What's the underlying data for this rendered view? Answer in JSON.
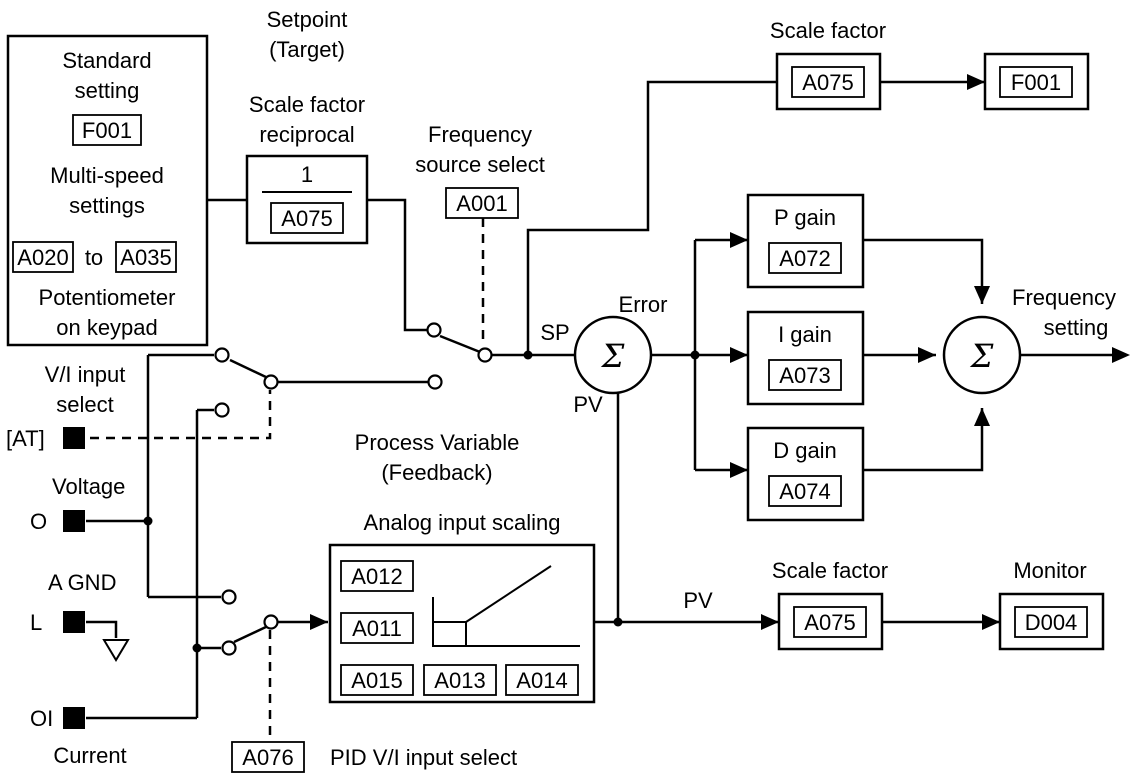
{
  "setpoint": {
    "line1": "Setpoint",
    "line2": "(Target)"
  },
  "source_box": {
    "standard_line1": "Standard",
    "standard_line2": "setting",
    "standard_param": "F001",
    "multi_line1": "Multi-speed",
    "multi_line2": "settings",
    "multi_from": "A020",
    "multi_to_word": "to",
    "multi_to": "A035",
    "pot_line1": "Potentiometer",
    "pot_line2": "on keypad"
  },
  "reciprocal": {
    "line1": "Scale factor",
    "line2": "reciprocal",
    "numerator": "1",
    "param": "A075"
  },
  "freq_source": {
    "line1": "Frequency",
    "line2": "source select",
    "param": "A001"
  },
  "scale_top": {
    "label": "Scale factor",
    "param": "A075",
    "out_param": "F001"
  },
  "sp_label": "SP",
  "error_label": "Error",
  "pv_label_sum": "PV",
  "sigma_symbol": "Σ",
  "p_gain": {
    "label": "P gain",
    "param": "A072"
  },
  "i_gain": {
    "label": "I gain",
    "param": "A073"
  },
  "d_gain": {
    "label": "D gain",
    "param": "A074"
  },
  "freq_setting": {
    "line1": "Frequency",
    "line2": "setting"
  },
  "vi_select": {
    "line1": "V/I input",
    "line2": "select"
  },
  "at_terminal": "[AT]",
  "process_variable": {
    "line1": "Process Variable",
    "line2": "(Feedback)"
  },
  "voltage": {
    "label": "Voltage",
    "terminal": "O"
  },
  "agnd": {
    "label": "A GND",
    "terminal": "L"
  },
  "current": {
    "label": "Current",
    "terminal": "OI"
  },
  "analog_scaling": {
    "title": "Analog input scaling",
    "p1": "A012",
    "p2": "A011",
    "p3": "A015",
    "p4": "A013",
    "p5": "A014"
  },
  "pv_bottom": "PV",
  "scale_bottom": {
    "label": "Scale factor",
    "param": "A075"
  },
  "monitor": {
    "label": "Monitor",
    "param": "D004"
  },
  "pid_vi": {
    "param": "A076",
    "label": "PID V/I input select"
  }
}
